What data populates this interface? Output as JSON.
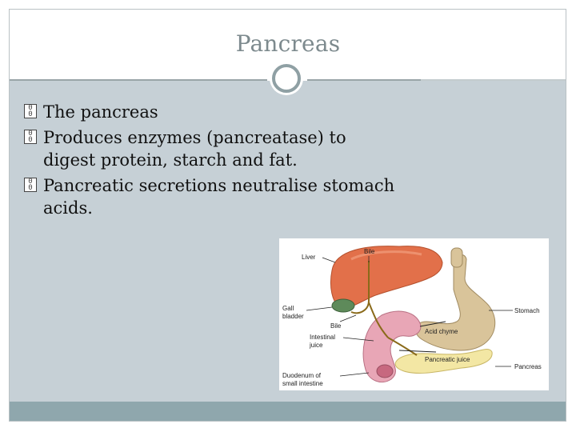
{
  "slide": {
    "title": "Pancreas",
    "bullets": [
      {
        "text": "The pancreas"
      },
      {
        "text": "Produces enzymes (pancreatase) to digest protein, starch and fat."
      },
      {
        "text": "Pancreatic secretions neutralise stomach acids."
      }
    ]
  },
  "figure": {
    "labels": {
      "liver": "Liver",
      "bile_top": "Bile",
      "gall_bladder_1": "Gall",
      "gall_bladder_2": "bladder",
      "bile_mid": "Bile",
      "intestinal_1": "Intestinal",
      "intestinal_2": "juice",
      "duodenum_1": "Duodenum of",
      "duodenum_2": "small intestine",
      "stomach": "Stomach",
      "acid_chyme": "Acid chyme",
      "pancreatic_juice": "Pancreatic juice",
      "pancreas": "Pancreas"
    }
  },
  "colors": {
    "content_bg": "#c6d0d6",
    "footer_bg": "#8fa7ad",
    "liver": "#e2704a",
    "stomach": "#d9c49a",
    "pancreas": "#f3e7a4",
    "intestine": "#e8a6b6",
    "gall_bladder": "#5e8a5a"
  }
}
